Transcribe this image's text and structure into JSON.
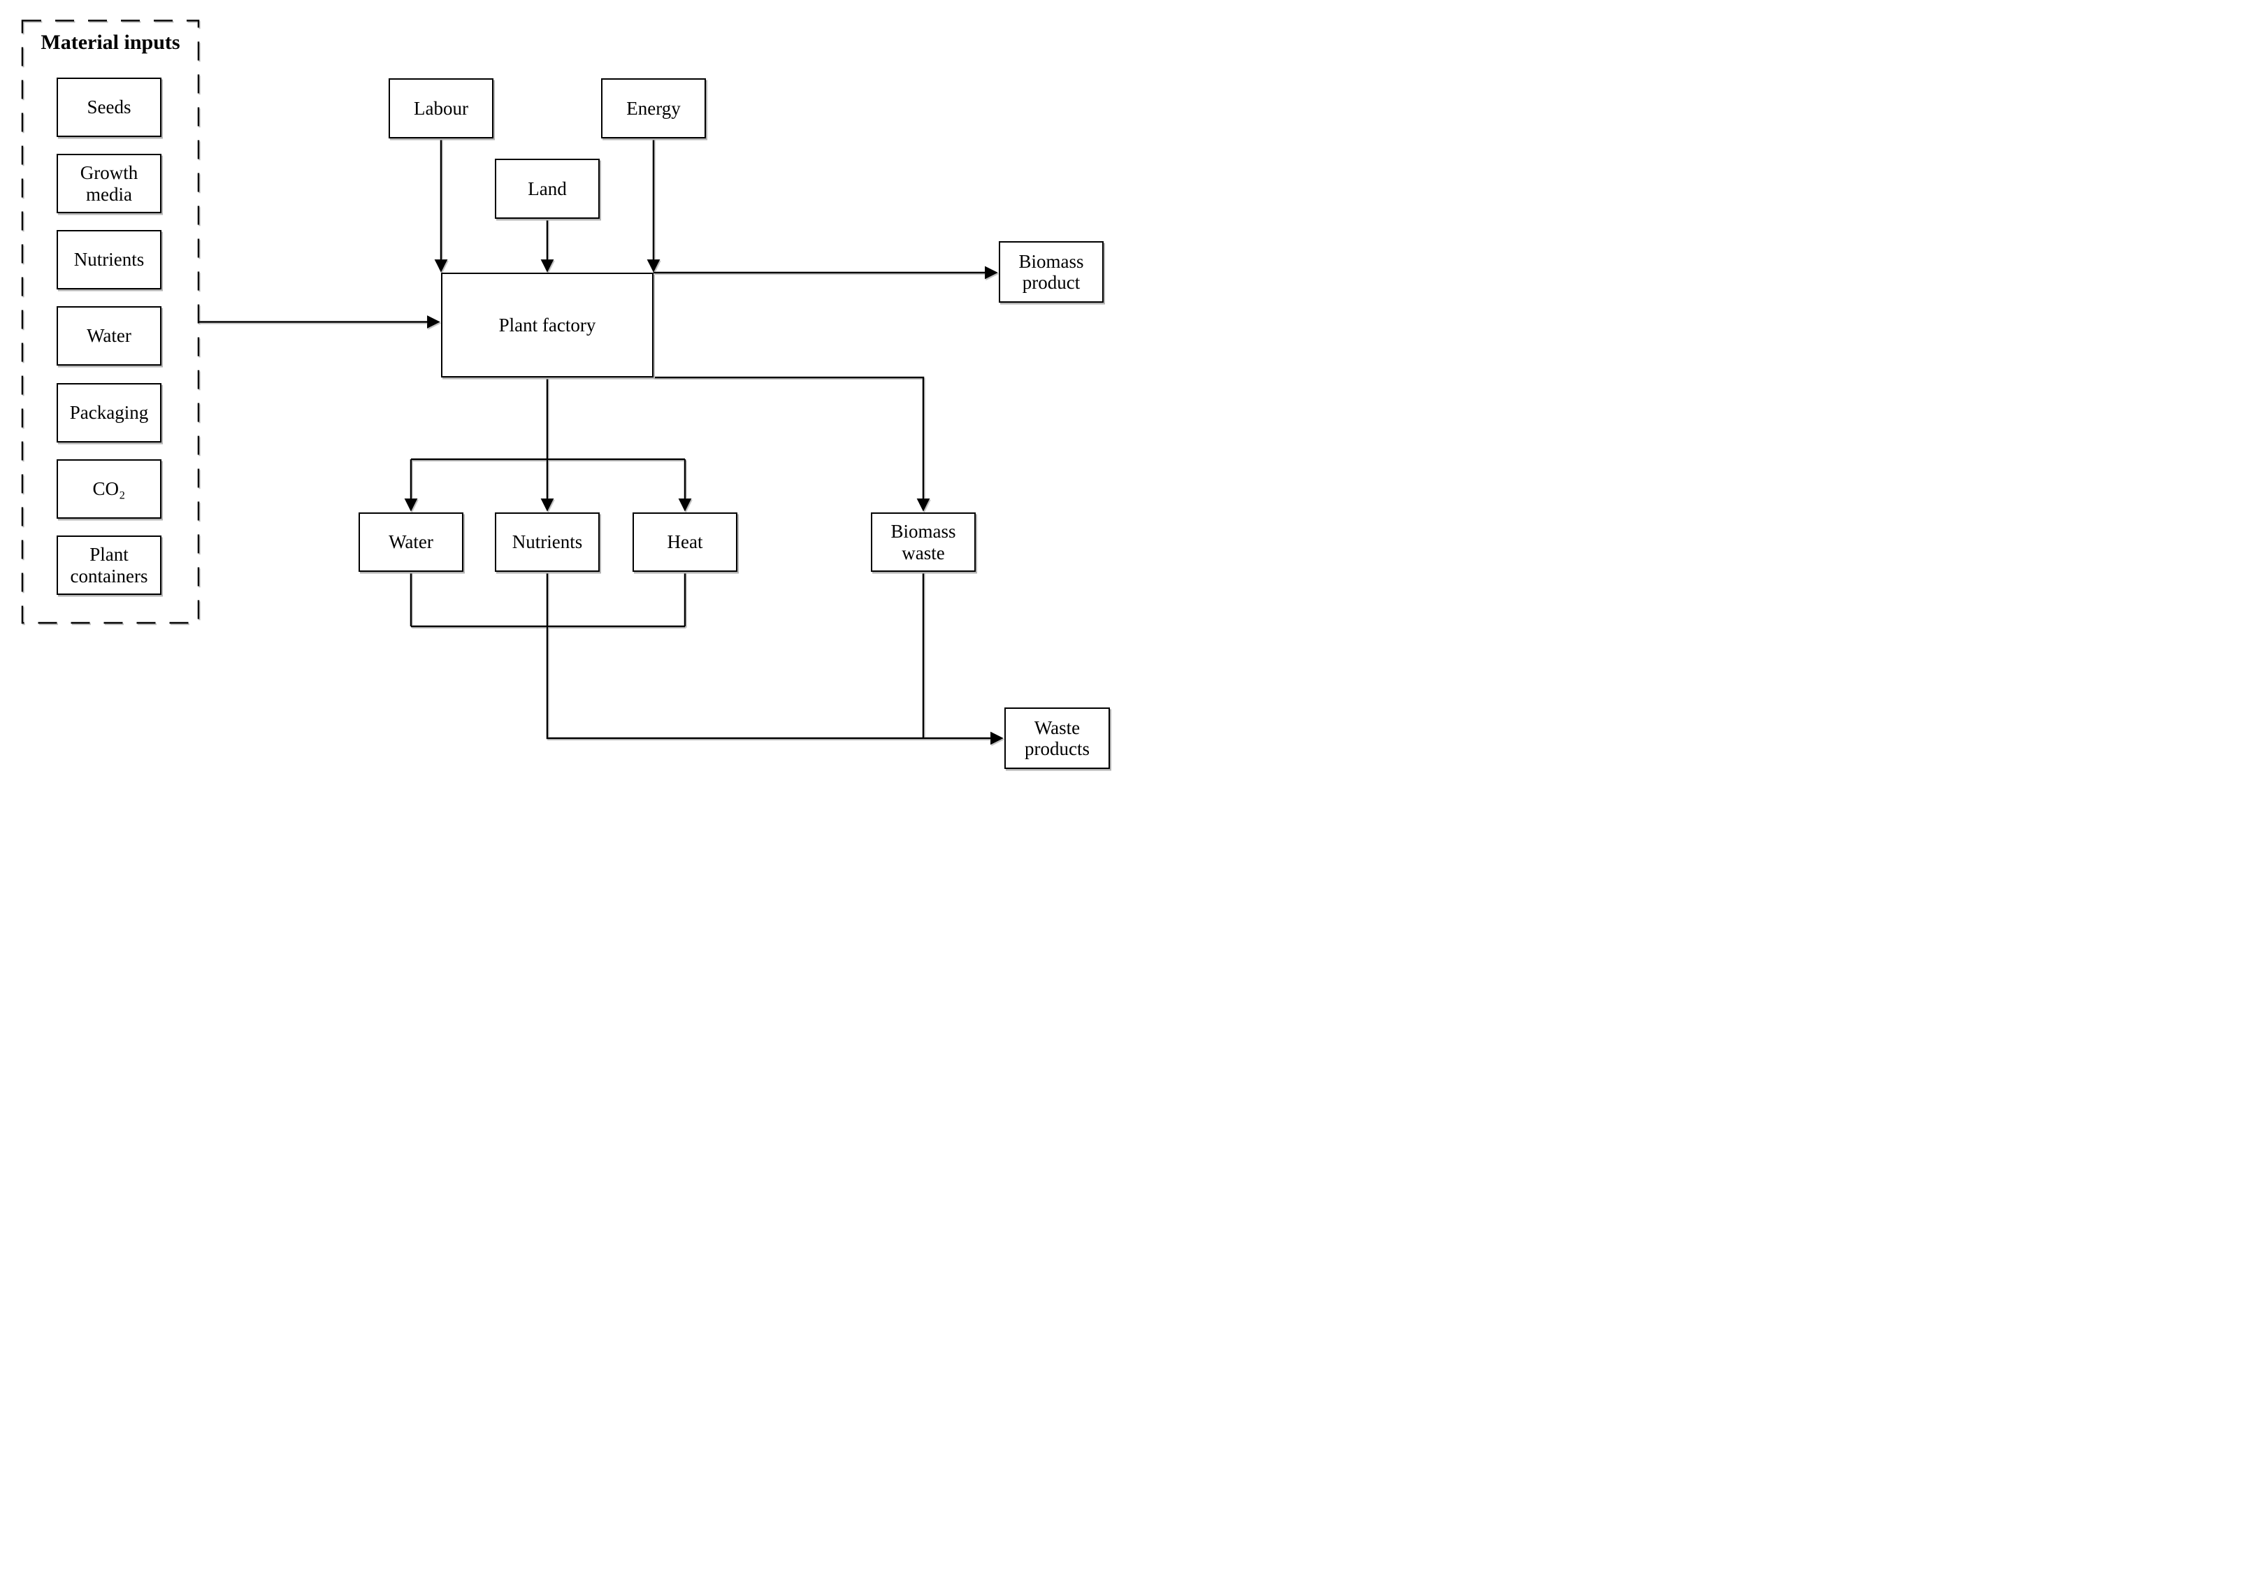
{
  "material_inputs": {
    "title": "Material inputs",
    "items": [
      {
        "label": "Seeds"
      },
      {
        "label": "Growth\nmedia"
      },
      {
        "label": "Nutrients"
      },
      {
        "label": "Water"
      },
      {
        "label": "Packaging"
      },
      {
        "label": "CO₂"
      },
      {
        "label": "Plant\ncontainers"
      }
    ]
  },
  "resource_inputs": {
    "labour": "Labour",
    "land": "Land",
    "energy": "Energy"
  },
  "process": {
    "plant_factory": "Plant factory"
  },
  "outputs": {
    "biomass_product": "Biomass\nproduct",
    "water": "Water",
    "nutrients": "Nutrients",
    "heat": "Heat",
    "biomass_waste": "Biomass\nwaste",
    "waste_products": "Waste\nproducts"
  },
  "colors": {
    "line": "#000000",
    "text": "#000000",
    "box_fill": "#ffffff",
    "background": "#ffffff"
  }
}
